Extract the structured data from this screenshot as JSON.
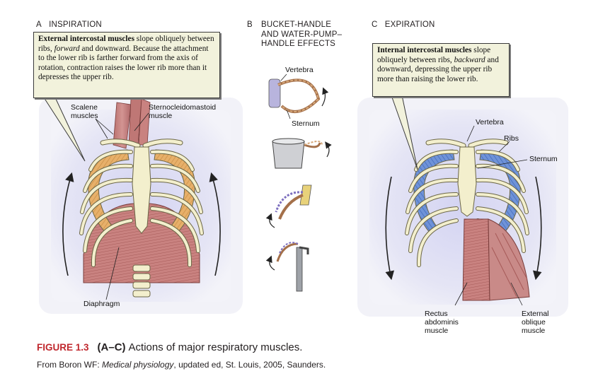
{
  "panels": {
    "a": {
      "letter": "A",
      "title": "INSPIRATION",
      "callout": {
        "bold": "External intercostal muscles",
        "pre": " slope obliquely between ribs, ",
        "em": "forward",
        "post": " and downward. Because the attachment to the lower rib is farther forward from the axis of rotation, contraction raises the lower rib more than it depresses the upper rib."
      },
      "labels": {
        "scalene": "Scalene\nmuscles",
        "scm": "Sternocleidomastoid\nmuscle",
        "diaphragm": "Diaphragm"
      }
    },
    "b": {
      "letter": "B",
      "title": "BUCKET-HANDLE\nAND WATER-PUMP–\nHANDLE EFFECTS",
      "labels": {
        "vertebra": "Vertebra",
        "sternum": "Sternum"
      }
    },
    "c": {
      "letter": "C",
      "title": "EXPIRATION",
      "callout": {
        "bold": "Internal intercostal muscles",
        "pre": " slope obliquely between ribs, ",
        "em": "backward",
        "post": " and downward, depressing the upper rib more than raising the lower rib."
      },
      "labels": {
        "vertebra": "Vertebra",
        "ribs": "Ribs",
        "sternum": "Sternum",
        "rectus": "Rectus\nabdominis\nmuscle",
        "oblique": "External\noblique\nmuscle"
      }
    }
  },
  "caption": {
    "figure": "FIGURE 1.3",
    "parts": "(A–C)",
    "text": "Actions of major respiratory muscles."
  },
  "source": {
    "pre": "From Boron WF: ",
    "em": "Medical physiology",
    "post": ", updated ed, St. Louis, 2005, Saunders."
  },
  "colors": {
    "bone": "#f3efcd",
    "bone_stroke": "#6b6646",
    "external_intercostal": "#e9b56a",
    "internal_intercostal": "#6a8fd6",
    "muscle": "#c07c7a",
    "backdrop": "#dcdcf2",
    "caption_red": "#c0272d"
  }
}
